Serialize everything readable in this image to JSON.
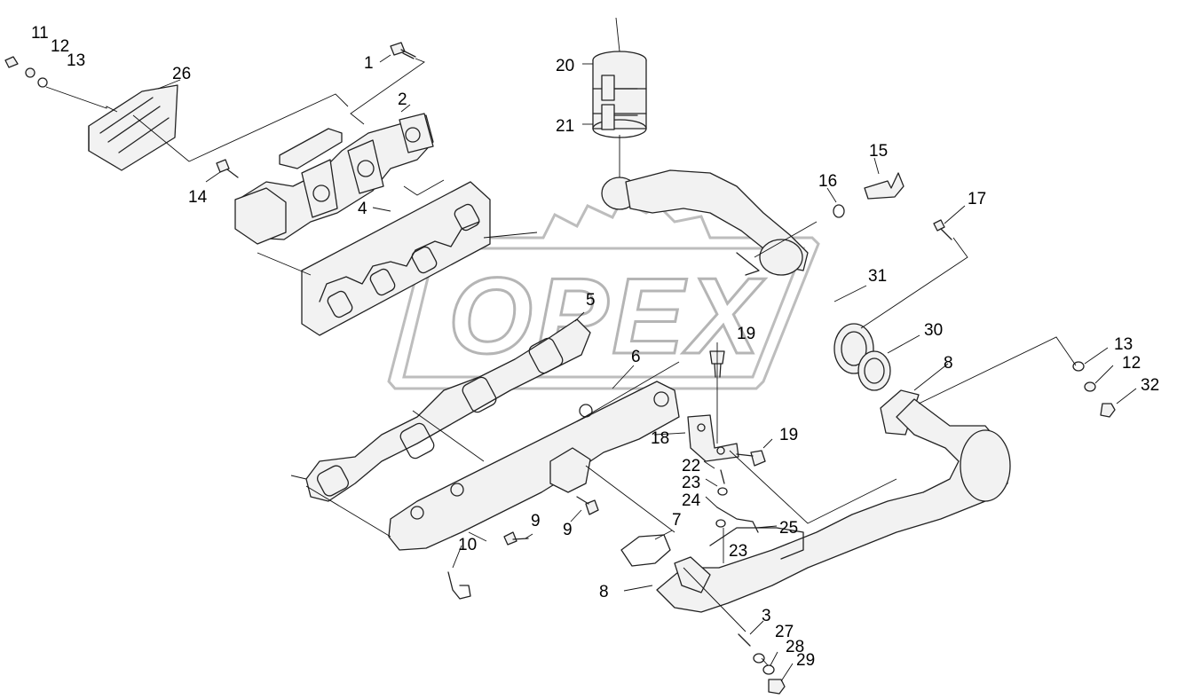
{
  "diagram": {
    "watermark": {
      "text": "OPEX"
    },
    "callouts": [
      {
        "id": "c1",
        "label": "1"
      },
      {
        "id": "c2",
        "label": "2"
      },
      {
        "id": "c3",
        "label": "3"
      },
      {
        "id": "c4",
        "label": "4"
      },
      {
        "id": "c5",
        "label": "5"
      },
      {
        "id": "c6",
        "label": "6"
      },
      {
        "id": "c7",
        "label": "7"
      },
      {
        "id": "c8a",
        "label": "8"
      },
      {
        "id": "c8b",
        "label": "8"
      },
      {
        "id": "c9a",
        "label": "9"
      },
      {
        "id": "c9b",
        "label": "9"
      },
      {
        "id": "c10",
        "label": "10"
      },
      {
        "id": "c11",
        "label": "11"
      },
      {
        "id": "c12a",
        "label": "12"
      },
      {
        "id": "c12b",
        "label": "12"
      },
      {
        "id": "c13a",
        "label": "13"
      },
      {
        "id": "c13b",
        "label": "13"
      },
      {
        "id": "c14",
        "label": "14"
      },
      {
        "id": "c15",
        "label": "15"
      },
      {
        "id": "c16",
        "label": "16"
      },
      {
        "id": "c17",
        "label": "17"
      },
      {
        "id": "c18",
        "label": "18"
      },
      {
        "id": "c19a",
        "label": "19"
      },
      {
        "id": "c19b",
        "label": "19"
      },
      {
        "id": "c20",
        "label": "20"
      },
      {
        "id": "c21",
        "label": "21"
      },
      {
        "id": "c22",
        "label": "22"
      },
      {
        "id": "c23a",
        "label": "23"
      },
      {
        "id": "c23b",
        "label": "23"
      },
      {
        "id": "c24",
        "label": "24"
      },
      {
        "id": "c25",
        "label": "25"
      },
      {
        "id": "c26",
        "label": "26"
      },
      {
        "id": "c27",
        "label": "27"
      },
      {
        "id": "c28",
        "label": "28"
      },
      {
        "id": "c29",
        "label": "29"
      },
      {
        "id": "c30",
        "label": "30"
      },
      {
        "id": "c31",
        "label": "31"
      },
      {
        "id": "c32",
        "label": "32"
      }
    ]
  }
}
